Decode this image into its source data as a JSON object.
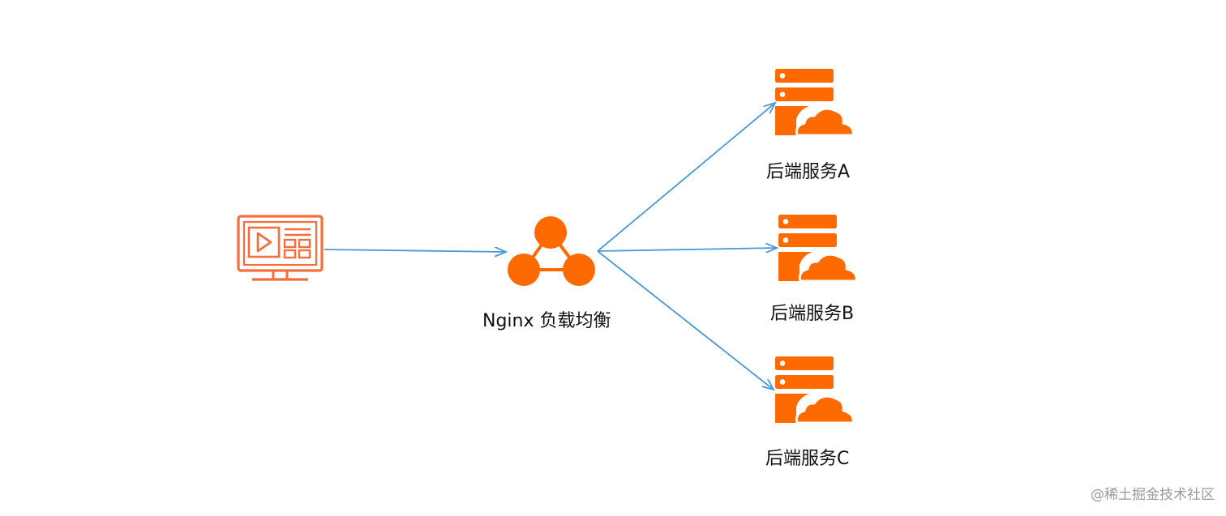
{
  "colors": {
    "icon_orange": "#ff6a00",
    "monitor_orange": "#f46d3a",
    "arrow_blue": "#4a98d6",
    "text": "#111111",
    "watermark": "#9a9a9a"
  },
  "nodes": {
    "client": {
      "icon": "monitor-play-icon"
    },
    "load_balancer": {
      "icon": "network-nodes-icon",
      "label": "Nginx 负载均衡"
    },
    "servers": [
      {
        "icon": "server-cloud-icon",
        "label": "后端服务A"
      },
      {
        "icon": "server-cloud-icon",
        "label": "后端服务B"
      },
      {
        "icon": "server-cloud-icon",
        "label": "后端服务C"
      }
    ]
  },
  "watermark": "@稀土掘金技术社区"
}
